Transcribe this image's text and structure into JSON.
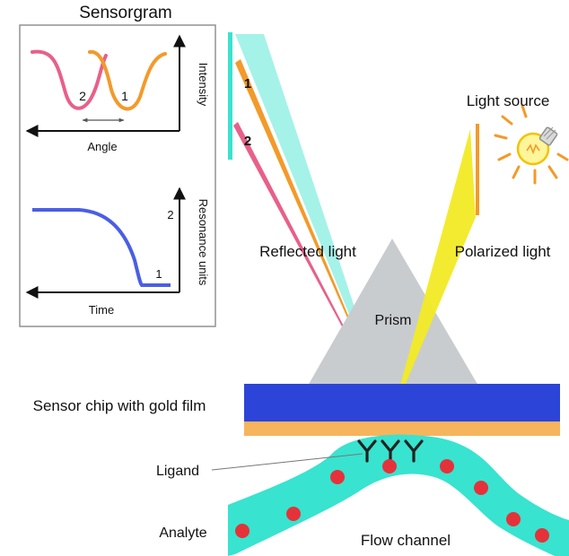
{
  "diagram": {
    "sensorgram_title": "Sensorgram",
    "intensity_label": "Intensity",
    "angle_label": "Angle",
    "resonance_label": "Resonance units",
    "time_label": "Time",
    "curve_label_1": "1",
    "curve_label_2": "2",
    "rt_label_1": "1",
    "rt_label_2": "2",
    "beam_label_1": "1",
    "beam_label_2": "2",
    "light_source_label": "Light source",
    "reflected_light_label": "Reflected light",
    "polarized_light_label": "Polarized light",
    "prism_label": "Prism",
    "sensor_chip_label": "Sensor chip with gold film",
    "ligand_label": "Ligand",
    "analyte_label": "Analyte",
    "flow_channel_label": "Flow channel"
  },
  "colors": {
    "pink_curve": "#e8608a",
    "orange_curve": "#f39a2a",
    "blue_curve": "#4a5ee6",
    "teal": "#38e3cf",
    "prism": "#c9cccf",
    "chip_blue": "#2c45d8",
    "gold_film": "#f6b45c",
    "beam_yellow": "#f2ea24",
    "analyte_red": "#e5323a"
  }
}
